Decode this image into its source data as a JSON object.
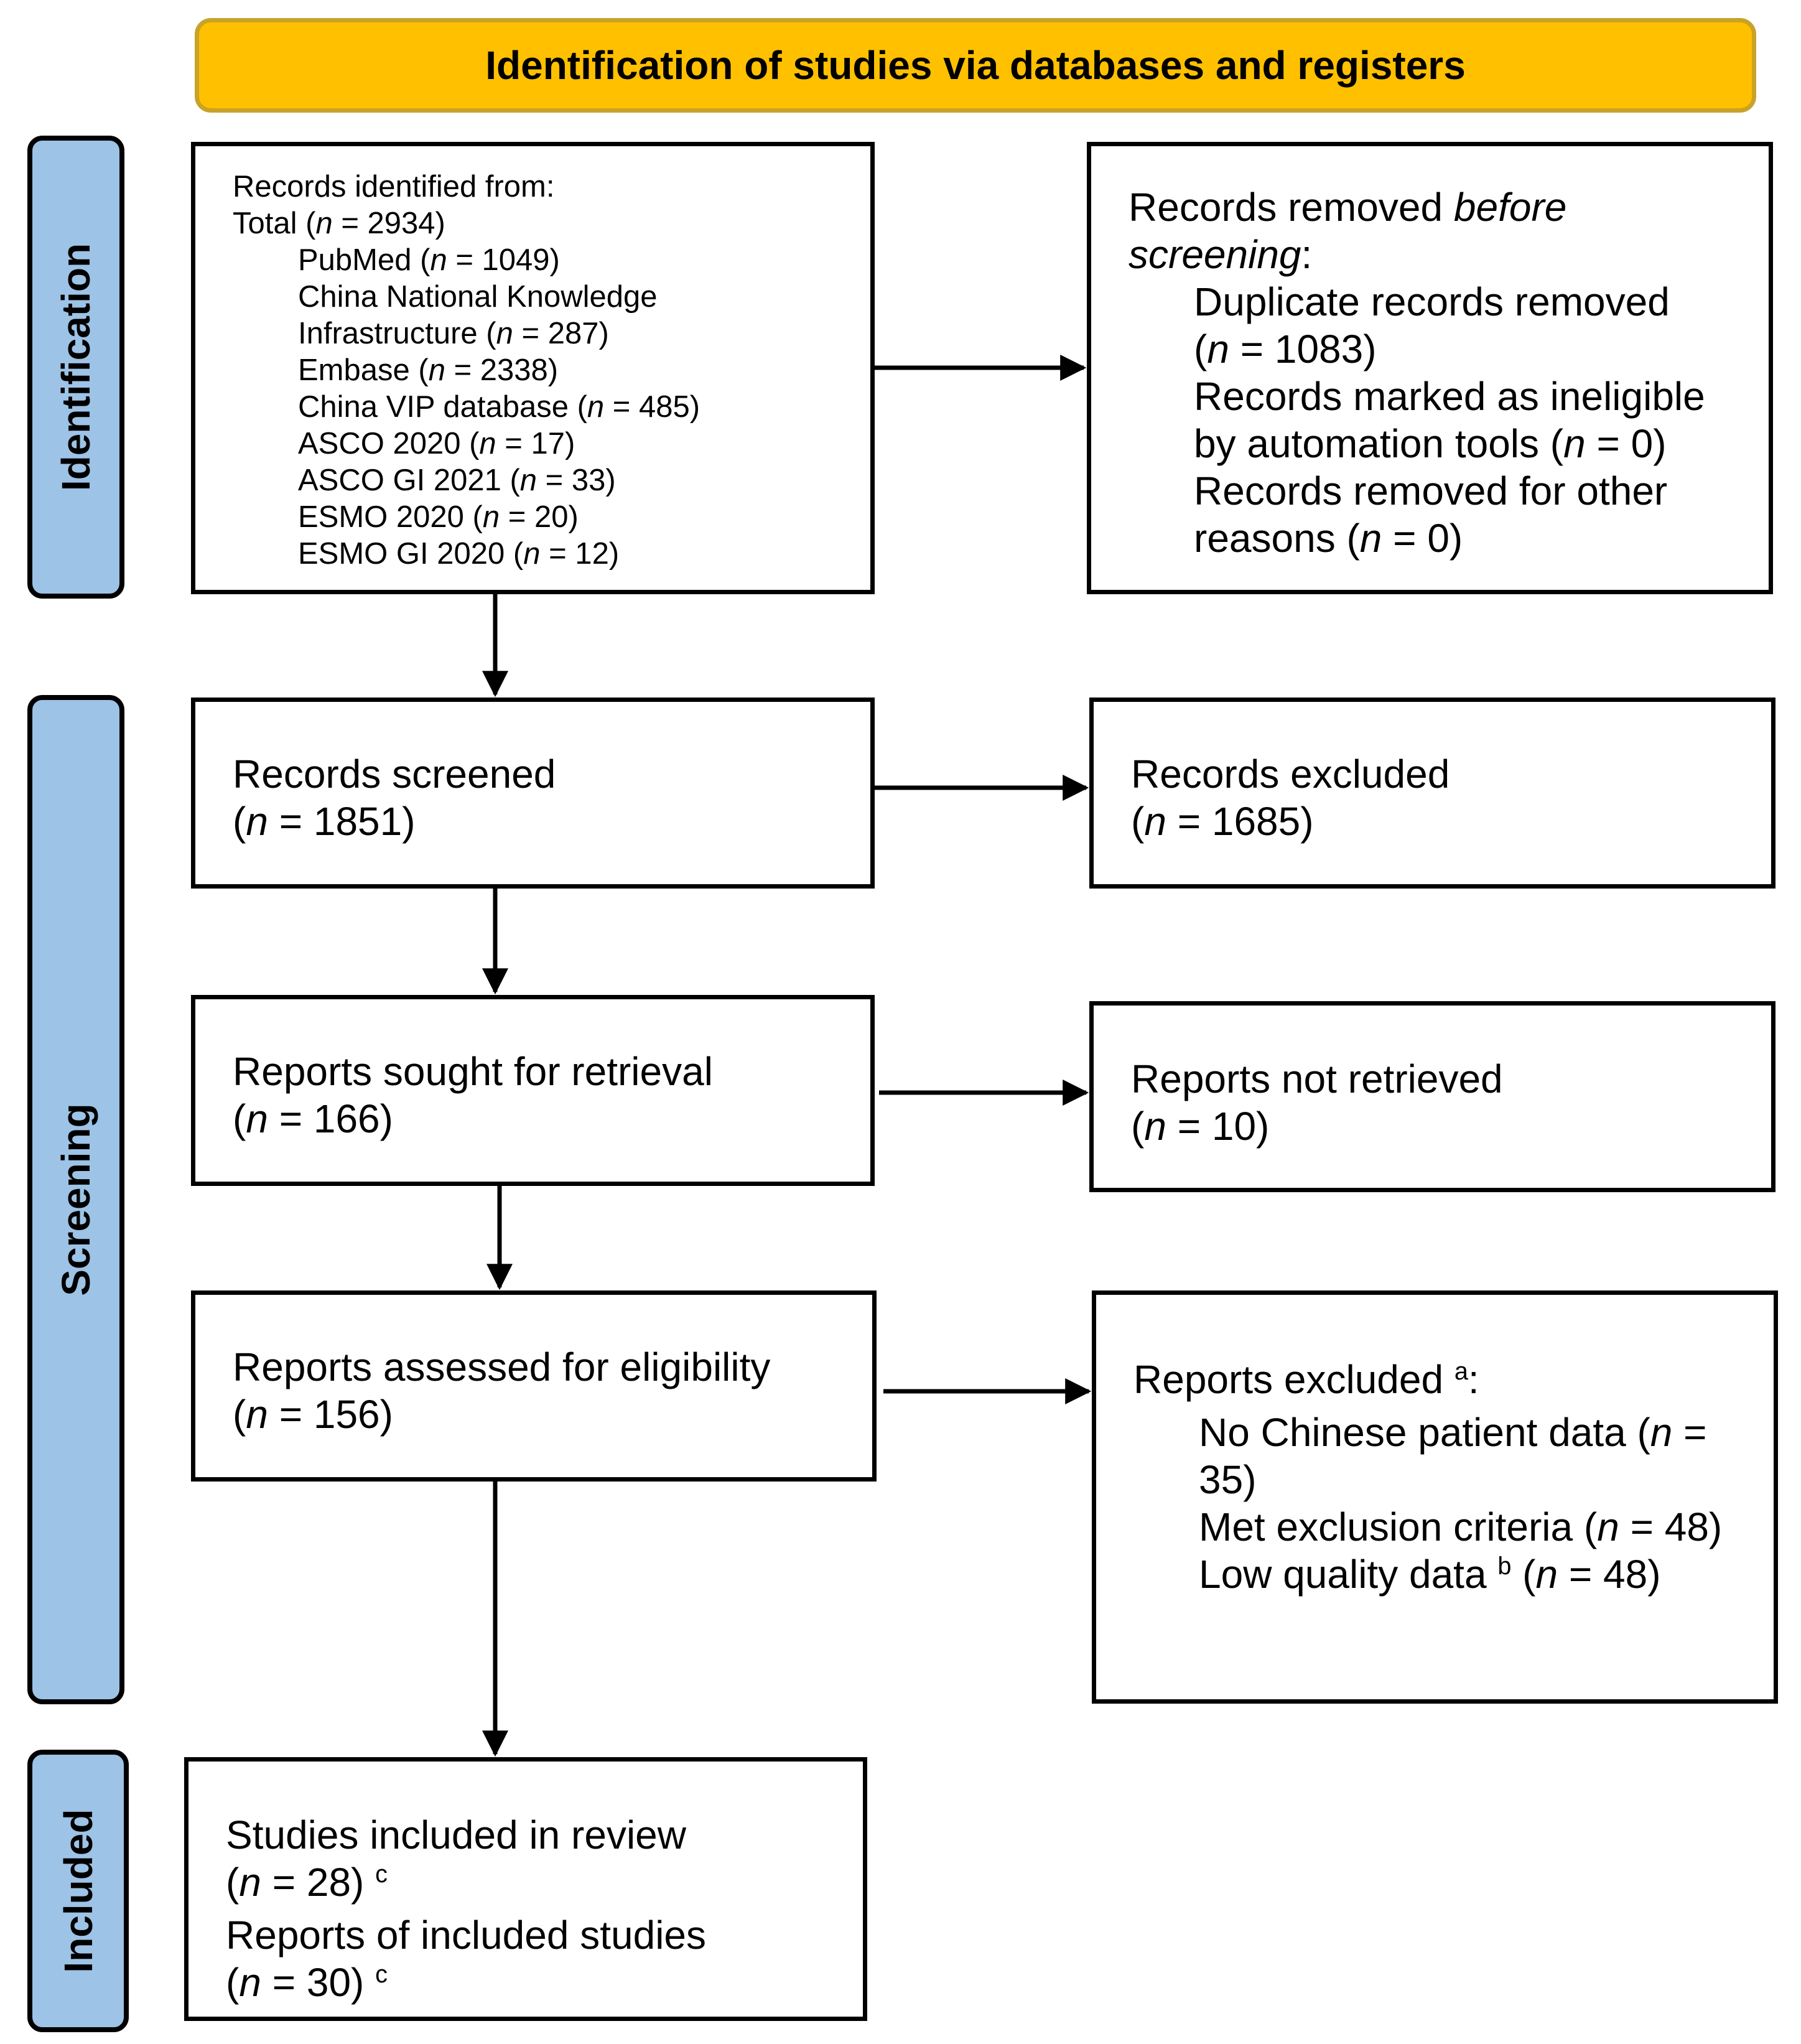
{
  "header": {
    "title": "Identification of studies via databases and registers"
  },
  "phases": {
    "identification": "Identification",
    "screening": "Screening",
    "included": "Included"
  },
  "identified": {
    "heading": "Records identified from:",
    "total_label": "Total (",
    "total_value": " = 2934)",
    "sources": [
      {
        "name": "PubMed (",
        "count": " = 1049)"
      },
      {
        "name": "China National Knowledge",
        "count": ""
      },
      {
        "name": "Infrastructure (",
        "count": " = 287)"
      },
      {
        "name": "Embase (",
        "count": " = 2338)"
      },
      {
        "name": "China VIP database (",
        "count": " = 485)"
      },
      {
        "name": "ASCO 2020 (",
        "count": " = 17)"
      },
      {
        "name": "ASCO GI 2021 (",
        "count": " = 33)"
      },
      {
        "name": "ESMO 2020 (",
        "count": " = 20)"
      },
      {
        "name": "ESMO GI 2020 (",
        "count": " = 12)"
      }
    ]
  },
  "removed": {
    "heading_a": "Records removed ",
    "heading_b": "before",
    "heading_c": "screening",
    "heading_d": ":",
    "dup_label": "Duplicate records removed",
    "dup_value": " = 1083)",
    "inelig_label": "Records marked as ineligible",
    "inelig_value_a": "by automation tools (",
    "inelig_value_b": " = 0)",
    "other_label": "Records removed for other",
    "other_value_a": "reasons (",
    "other_value_b": " = 0)"
  },
  "screened": {
    "label": "Records screened",
    "value": " = 1851)"
  },
  "excluded_records": {
    "label": "Records excluded",
    "value": " = 1685)"
  },
  "sought": {
    "label": "Reports sought for retrieval",
    "value": " = 166)"
  },
  "not_retrieved": {
    "label": "Reports not retrieved",
    "value": " = 10)"
  },
  "assessed": {
    "label": "Reports assessed for eligibility",
    "value": " = 156)"
  },
  "reports_excluded": {
    "label": "Reports excluded ",
    "label_sup": "a",
    "label_end": ":",
    "r1_a": "No Chinese patient data (",
    "r1_b": " =",
    "r1_c": "35)",
    "r2_a": "Met exclusion criteria (",
    "r2_b": " = 48)",
    "r3_a": "Low quality data ",
    "r3_sup": "b",
    "r3_b": " (",
    "r3_c": " = 48)"
  },
  "included": {
    "studies_label": "Studies included in review",
    "studies_value": " = 28) ",
    "studies_sup": "c",
    "reports_label": "Reports of included studies",
    "reports_value": " = 30) ",
    "reports_sup": "c"
  },
  "symbols": {
    "n": "n",
    "open": "("
  }
}
